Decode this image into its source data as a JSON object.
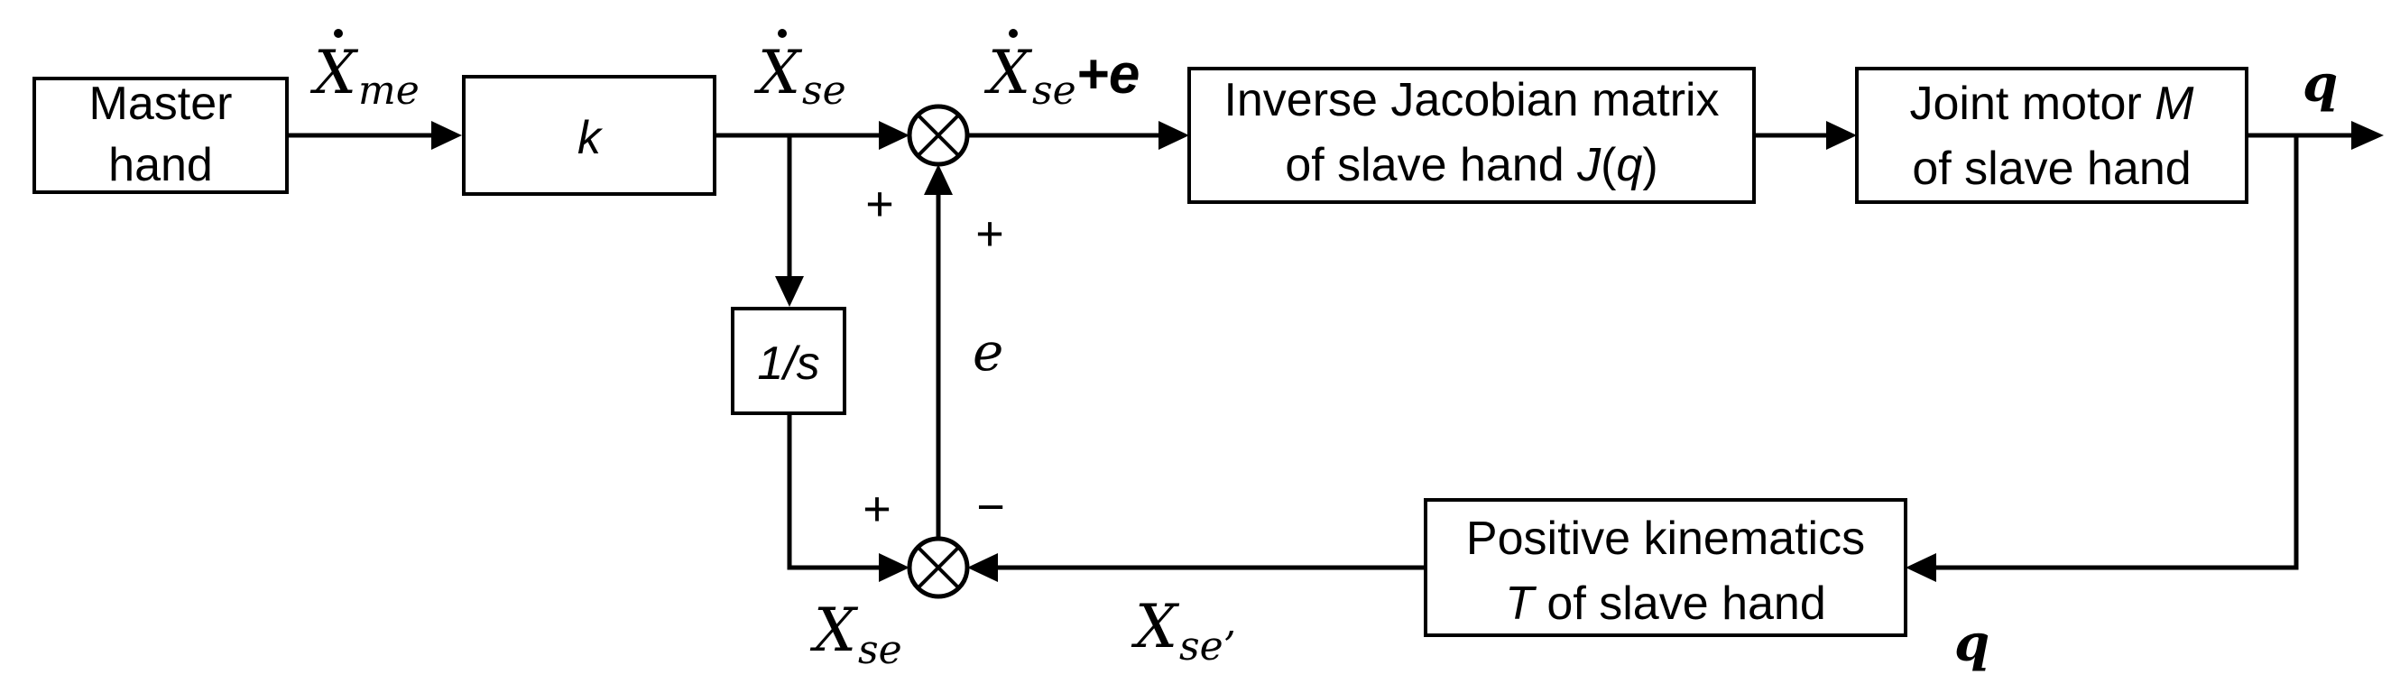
{
  "blocks": {
    "master": {
      "line1": "Master",
      "line2": "hand"
    },
    "gain": {
      "label": "k"
    },
    "integrator": {
      "label": "1/s"
    },
    "jacobian": {
      "line1": "Inverse Jacobian matrix",
      "line2_prefix": "of slave hand ",
      "line2_fn": "J",
      "line2_open": "(",
      "line2_arg": "q",
      "line2_close": ")"
    },
    "motor": {
      "line1_prefix": "Joint motor ",
      "line1_var": "M",
      "line2": "of slave hand"
    },
    "kinematics": {
      "line1": "Positive kinematics",
      "line2_var": "T",
      "line2_suffix": " of slave hand"
    }
  },
  "signals": {
    "xme": {
      "main": "X",
      "sub": "me"
    },
    "xse_dot": {
      "main": "X",
      "sub": "se"
    },
    "xse_dot_e": {
      "main": "X",
      "sub": "se",
      "suffix": "+e"
    },
    "q_out": "q",
    "q_feedback": "q",
    "e": "e",
    "xse": {
      "main": "X",
      "sub": "se"
    },
    "xse_prime": {
      "main": "X",
      "sub": "se’"
    }
  },
  "signs": {
    "top_left": "+",
    "top_bottom": "+",
    "bottom_left": "+",
    "bottom_top": "−"
  }
}
